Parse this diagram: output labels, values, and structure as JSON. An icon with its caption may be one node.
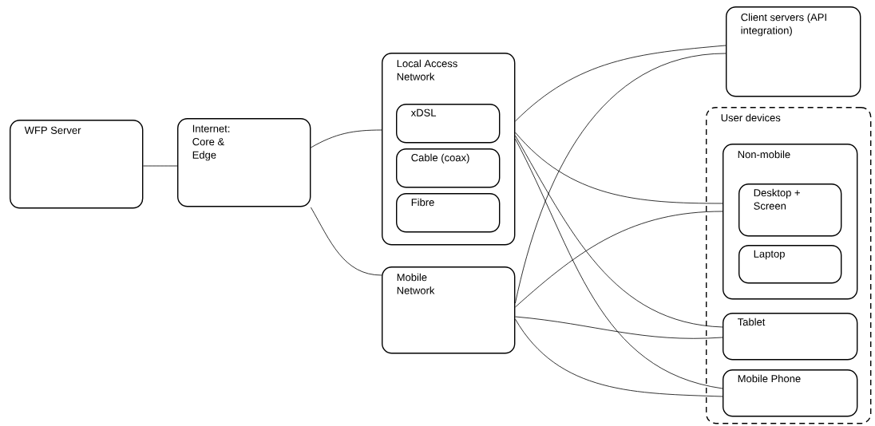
{
  "diagram": {
    "nodes": [
      {
        "text": [
          "WFP Server"
        ]
      },
      {
        "text": [
          "Internet: Core & Edge"
        ]
      },
      {
        "text": [
          "Local Access Network"
        ]
      },
      {
        "text": [
          "xDSL"
        ],
        "in": 2
      },
      {
        "text": [
          "Cable (coax)"
        ],
        "in": 2
      },
      {
        "text": [
          "Fibre"
        ],
        "in": 2
      },
      {
        "text": [
          "Mobile Network"
        ]
      },
      {
        "text": [
          "Client servers (API integration)"
        ]
      },
      {
        "text": [
          "User devices"
        ]
      },
      {
        "text": [
          "Non-mobile"
        ],
        "in": 8
      },
      {
        "text": [
          "Desktop + Screen"
        ],
        "in": 9
      },
      {
        "text": [
          "Laptop"
        ],
        "in": 9
      },
      {
        "text": [
          "Tablet"
        ],
        "in": 8
      },
      {
        "text": [
          "Mobile Phone"
        ],
        "in": 8
      }
    ],
    "edges": [
      {
        "from": 0,
        "to": 1,
        "arrow": "none"
      },
      {
        "from": 1,
        "to": 2,
        "arrow": "none"
      },
      {
        "from": 1,
        "to": 6,
        "arrow": "none"
      },
      {
        "from": 2,
        "to": 7,
        "arrow": "none"
      },
      {
        "from": 2,
        "to": 9,
        "arrow": "none"
      },
      {
        "from": 2,
        "to": 12,
        "arrow": "none"
      },
      {
        "from": 2,
        "to": 13,
        "arrow": "none"
      },
      {
        "from": 6,
        "to": 7,
        "arrow": "none"
      },
      {
        "from": 6,
        "to": 9,
        "arrow": "none"
      },
      {
        "from": 6,
        "to": 12,
        "arrow": "none"
      },
      {
        "from": 6,
        "to": 13,
        "arrow": "none"
      }
    ]
  }
}
